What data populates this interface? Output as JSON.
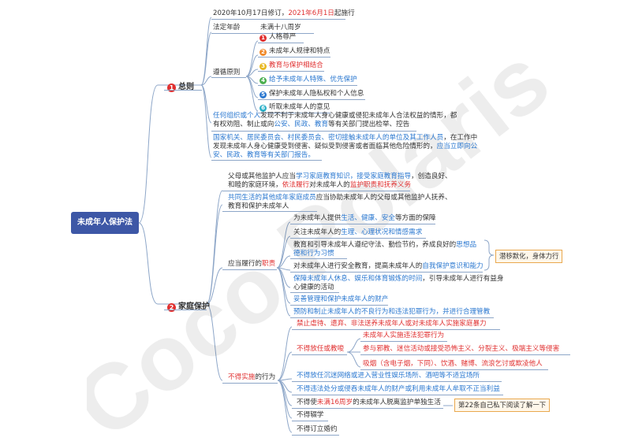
{
  "root": "未成年人保护法",
  "watermark": "Coco Polaris",
  "colors": {
    "root": "#3d57a6",
    "line": "#8da6c8",
    "accent_red": "#e03030",
    "accent_blue": "#2b78d0",
    "note_border": "#e9a84e"
  },
  "section1": {
    "num": "1",
    "title": "总则",
    "revision": {
      "a": "2020年10月17日修订，",
      "b": "2021年6月1日",
      "c": "起施行"
    },
    "legal_age": {
      "label": "法定年龄",
      "value": "未满十八周岁"
    },
    "principles": {
      "label": "遵循原则",
      "items": [
        {
          "n": "1",
          "text": "人格尊严"
        },
        {
          "n": "2",
          "text": "未成年人规律和特点"
        },
        {
          "n": "3",
          "text": "教育与保护相结合"
        },
        {
          "n": "4",
          "text": "给予未成年人特殊、优先保护"
        },
        {
          "n": "5",
          "text": "保护未成年人隐私权和个人信息"
        },
        {
          "n": "6",
          "text": "听取未成年人的意见"
        }
      ]
    },
    "report_any": {
      "a": "任何组织或个人",
      "b": "发现不利于未成年人身心健康或侵犯未成年人合法权益的情形，都有权劝阻、制止或向",
      "c": "公安、民政、教育",
      "d": "等有关部门提出检举、控告"
    },
    "report_orgs": {
      "a": "国家机关、居民委员会、村民委员会、密切接触未成年人的单位及其工作人员",
      "b": "，在工作中发现未成年人身心健康受到侵害、疑似受到侵害或者面临其他危险情形的，",
      "c": "应当立即向公安、民政、教育等有关部门报告。"
    }
  },
  "section2": {
    "num": "2",
    "title": "家庭保护",
    "guardian": {
      "a": "父母或其他监护人应当",
      "b": "学习家庭教育知识，接受家庭教育指导",
      "c": "，创造良好、和睦的家庭环境，",
      "d": "依法履行",
      "e": "对未成年人的",
      "f": "监护职责和抚养义务"
    },
    "cohabitants": {
      "a": "共同生活的其他成年家庭成员",
      "b": "应当协助未成年人的父母或其他监护人抚养、教育和保护未成年人"
    },
    "duties": {
      "label_a": "应当履行的",
      "label_b": "职责",
      "items": [
        {
          "a": "为未成年人提供",
          "b": "生活、健康、安全",
          "c": "等方面的保障"
        },
        {
          "a": "关注未成年人的",
          "b": "生理、心理状况和情感需求"
        },
        {
          "a": "教育和引导未成年人遵纪守法、勤俭节约，养成良好的",
          "b": "思想品德和行为习惯"
        },
        {
          "a": "对未成年人进行安全教育，提高未成年人的",
          "b": "自我保护意识和能力"
        },
        {
          "a": "保障未成年人休息、娱乐和体育锻炼的时间",
          "b": "，引导未成年人进行有益身心健康的活动"
        },
        {
          "a": "妥善管理和保护未成年人的财产"
        },
        {
          "a": "预防和制止未成年人的不良行为和违法犯罪行为，并进行合理管教"
        }
      ],
      "note": "潜移默化，身体力行"
    },
    "prohibited": {
      "label_a": "不得实施",
      "label_b": "的行为",
      "items": [
        {
          "a": "禁止虐待、遗弃、非法送养未成年人或对未成年人实施家庭暴力"
        },
        {
          "a": "不得放任或教唆",
          "subs": [
            {
              "text": "未成年人实施违法犯罪行为"
            },
            {
              "text": "参与邪教、迷信活动或接受恐怖主义、分裂主义、极端主义等侵害"
            },
            {
              "text": "吸烟（含电子烟，下同）、饮酒、赌博、流浪乞讨或欺凌他人"
            }
          ]
        },
        {
          "a": "不得放任沉迷网络或进入营业性娱乐场所、酒吧等不适宜场所"
        },
        {
          "a": "不得违法处分或侵吞未成年人的财产或利用未成年人牟取不正当利益"
        },
        {
          "a": "不得使",
          "b": "未满16周岁",
          "c": "的未成年人脱离监护单独生活"
        },
        {
          "a": "不得辍学"
        },
        {
          "a": "不得订立婚约"
        }
      ],
      "note": "第22条自己私下阅读了解一下"
    }
  }
}
